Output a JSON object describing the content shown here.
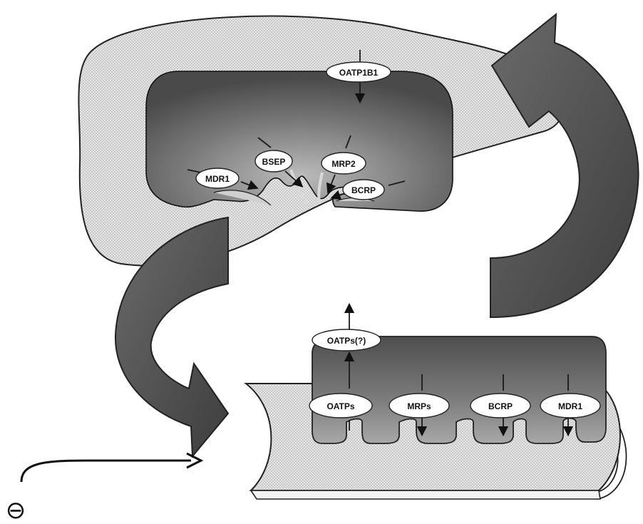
{
  "diagram": {
    "hepatocyte_transporters": {
      "oatp1b1": "OATP1B1",
      "bsep": "BSEP",
      "mrp2": "MRP2",
      "mdr1": "MDR1",
      "bcrp": "BCRP"
    },
    "enterocyte_transporters": {
      "oatps_basolateral": "OATPs(?)",
      "oatps_apical": "OATPs",
      "mrps": "MRPs",
      "bcrp": "BCRP",
      "mdr1": "MDR1"
    },
    "symbols": {
      "minus_sign": "⊖"
    },
    "colors": {
      "cell_dark": "#4a4a4a",
      "cell_mid": "#8c8c8c",
      "cell_light": "#bdbdbd",
      "arrow_fill": "#555555",
      "dotted_bg": "#dcdcdc",
      "pill_fill": "#ffffff"
    }
  }
}
